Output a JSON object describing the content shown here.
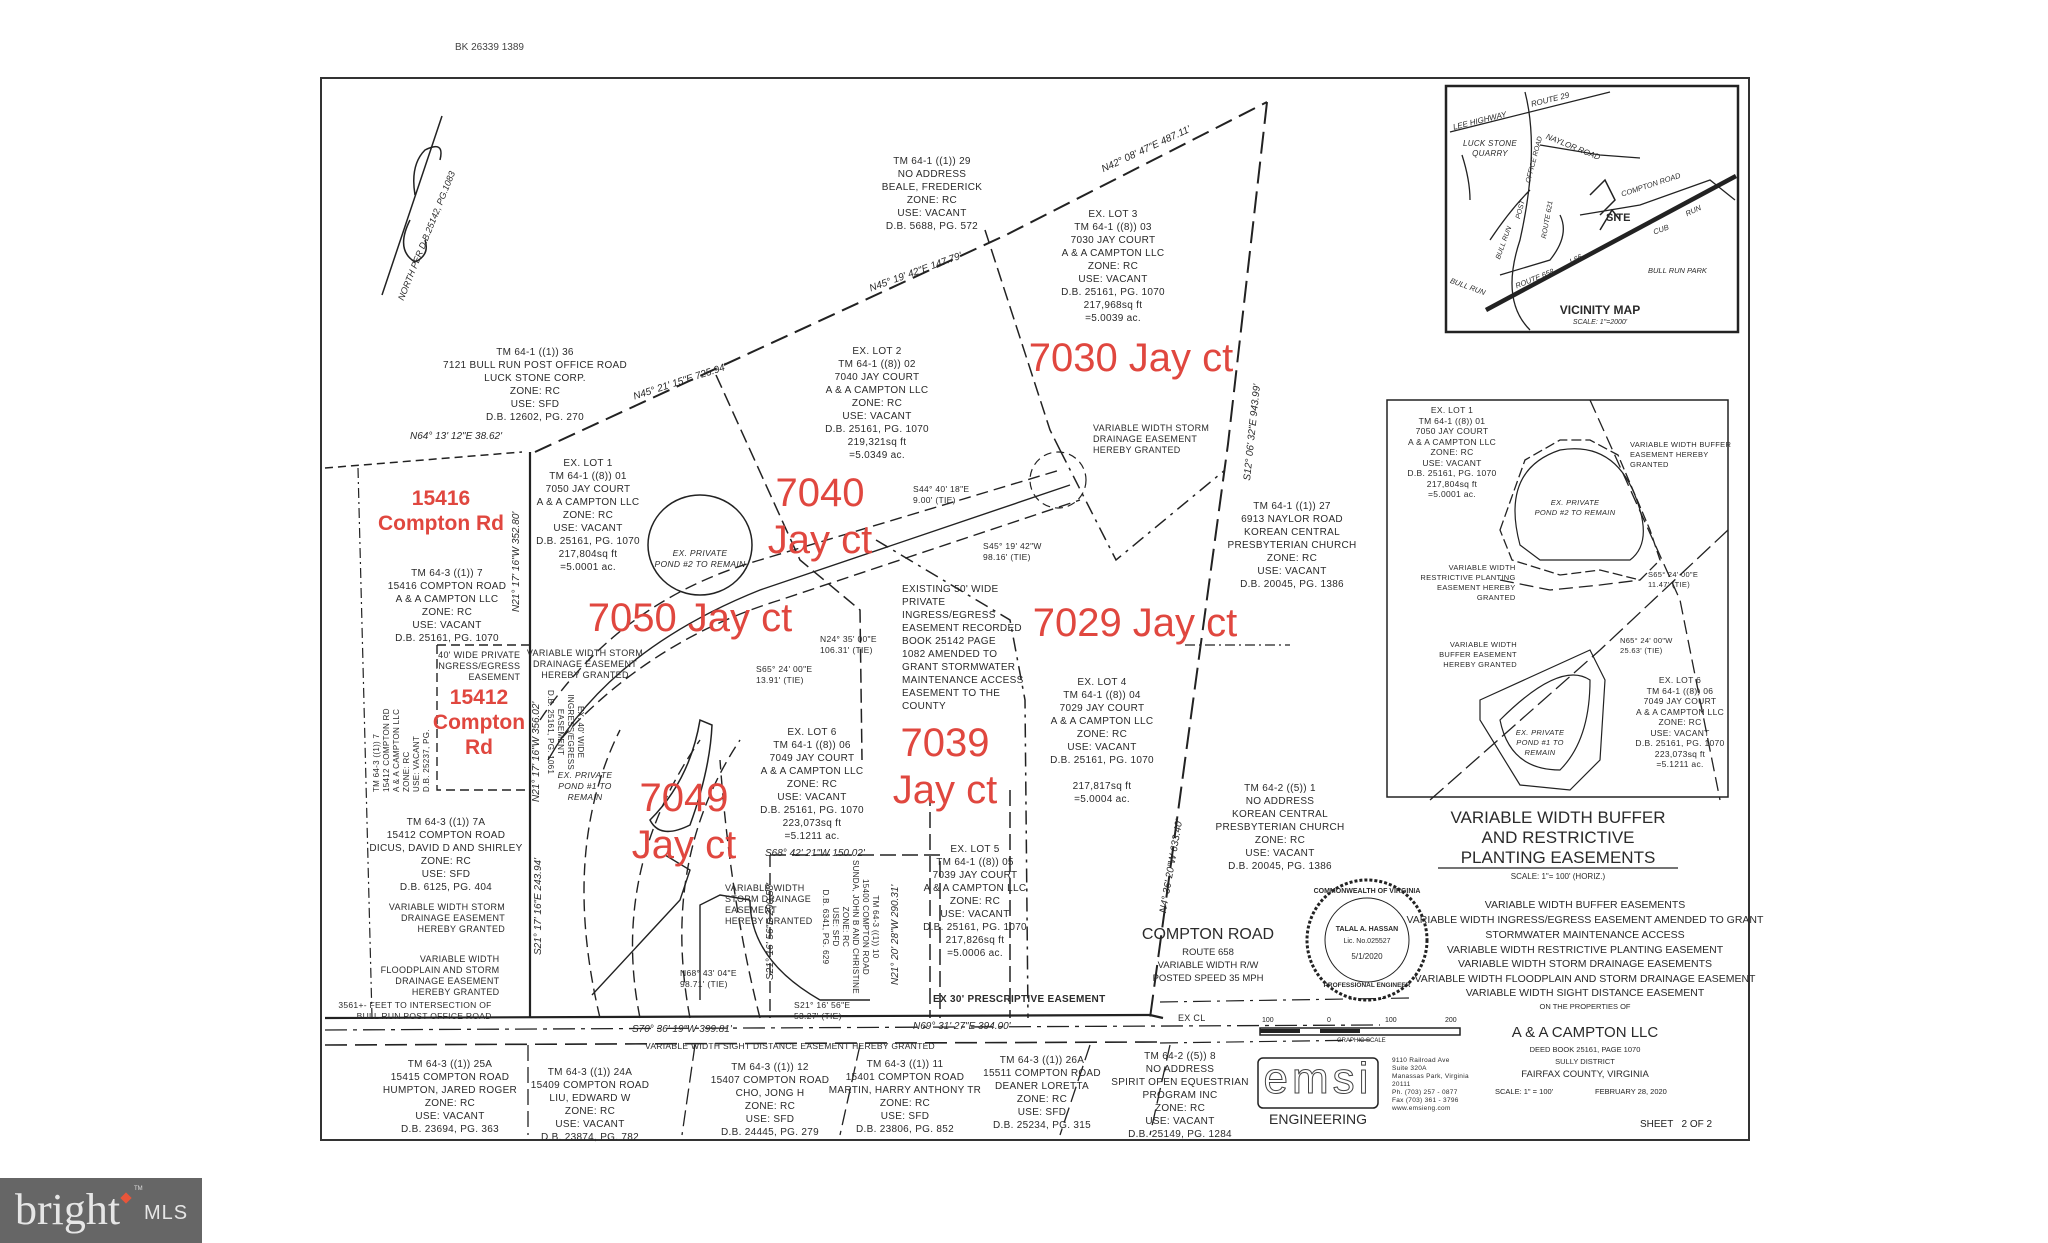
{
  "header": {
    "book_ref": "BK 26339 1389"
  },
  "north_arrow": {
    "label": "NORTH PER D.B.25142, PG.1083"
  },
  "vicinity_map": {
    "title": "VICINITY MAP",
    "scale": "SCALE: 1\"=2000'",
    "labels": [
      "ROUTE 29",
      "LEE HIGHWAY",
      "LUCK STONE QUARRY",
      "NAYLOR ROAD",
      "OFFICE ROAD",
      "POST",
      "BULL RUN",
      "ROUTE 621",
      "COMPTON ROAD",
      "SITE",
      "CUB",
      "RUN",
      "ROUTE 658",
      "I-66",
      "BULL RUN PARK",
      "BULL RUN"
    ]
  },
  "parcels": {
    "tm29": "TM 64-1 ((1)) 29\nNO ADDRESS\nBEALE, FREDERICK\nZONE: RC\nUSE: VACANT\nD.B. 5688, PG. 572",
    "lot3": "EX. LOT 3\nTM 64-1 ((8)) 03\n7030 JAY COURT\nA & A CAMPTON LLC\nZONE: RC\nUSE: VACANT\nD.B. 25161, PG. 1070\n217,968sq ft\n=5.0039 ac.",
    "tm36": "TM 64-1 ((1)) 36\n7121 BULL RUN POST OFFICE ROAD\nLUCK STONE CORP.\nZONE: RC\nUSE: SFD\nD.B. 12602, PG. 270",
    "lot2": "EX. LOT 2\nTM 64-1 ((8)) 02\n7040 JAY COURT\nA & A CAMPTON LLC\nZONE: RC\nUSE: VACANT\nD.B. 25161, PG. 1070\n219,321sq ft\n=5.0349 ac.",
    "lot1": "EX. LOT 1\nTM 64-1 ((8)) 01\n7050 JAY COURT\nA & A CAMPTON LLC\nZONE: RC\nUSE: VACANT\nD.B. 25161, PG. 1070\n217,804sq ft\n=5.0001 ac.",
    "tm7": "TM 64-3 ((1)) 7\n15416 COMPTON ROAD\nA & A CAMPTON LLC\nZONE: RC\nUSE: VACANT\nD.B. 25161, PG. 1070",
    "tm27": "TM 64-1 ((1)) 27\n6913 NAYLOR ROAD\nKOREAN CENTRAL\nPRESBYTERIAN CHURCH\nZONE: RC\nUSE: VACANT\nD.B. 20045, PG. 1386",
    "lot4": "EX. LOT 4\nTM 64-1 ((8)) 04\n7029 JAY COURT\nA & A CAMPTON LLC\nZONE: RC\nUSE: VACANT\nD.B. 25161, PG. 1070\n\n217,817sq ft\n=5.0004 ac.",
    "lot6": "EX. LOT 6\nTM 64-1 ((8)) 06\n7049 JAY COURT\nA & A CAMPTON LLC\nZONE: RC\nUSE: VACANT\nD.B. 25161, PG. 1070\n223,073sq ft\n=5.1211 ac.",
    "tm5_1": "TM 64-2 ((5)) 1\nNO ADDRESS\nKOREAN CENTRAL\nPRESBYTERIAN CHURCH\nZONE: RC\nUSE: VACANT\nD.B. 20045, PG. 1386",
    "tm7a": "TM 64-3 ((1)) 7A\n15412 COMPTON ROAD\nDICUS, DAVID D AND SHIRLEY\nZONE: RC\nUSE: SFD\nD.B. 6125, PG. 404",
    "lot5": "EX. LOT 5\nTM 64-1 ((8)) 05\n7039 JAY COURT\nA & A CAMPTON LLC\nZONE: RC\nUSE: VACANT\nD.B. 25161, PG. 1070\n217,826sq ft\n=5.0006 ac.",
    "tm7_small": "TM 64-3 ((1)) 7\n15412 COMPTON RD\nA & A CAMPTON LLC\nZONE: RC\nUSE: VACANT\nD.B. 25237, PG.",
    "tm10": "TM 64-3 ((1)) 10\n15400 COMPTON ROAD\nSUNDA, JOHN B AND CHRISTINE\nZONE: RC\nUSE: SFD\nD.B. 6341, PG. 629",
    "tm25a": "TM 64-3 ((1)) 25A\n15415 COMPTON ROAD\nHUMPTON, JARED ROGER\nZONE: RC\nUSE: VACANT\nD.B. 23694, PG. 363",
    "tm24a": "TM 64-3 ((1)) 24A\n15409 COMPTON ROAD\nLIU, EDWARD W\nZONE: RC\nUSE: VACANT\nD.B. 23874, PG. 782",
    "tm12": "TM 64-3 ((1)) 12\n15407 COMPTON ROAD\nCHO, JONG H\nZONE: RC\nUSE: SFD\nD.B. 24445, PG. 279",
    "tm11": "TM 64-3 ((1)) 11\n15401 COMPTON ROAD\nMARTIN, HARRY ANTHONY TR\nZONE: RC\nUSE: SFD\nD.B. 23806, PG. 852",
    "tm26a": "TM 64-3 ((1)) 26A\n15511 COMPTON ROAD\nDEANER LORETTA\nZONE: RC\nUSE: SFD\nD.B. 25234, PG. 315",
    "tm5_8": "TM 64-2 ((5)) 8\nNO ADDRESS\nSPIRIT OPEN EQUESTRIAN\nPROGRAM INC\nZONE: RC\nUSE: VACANT\nD.B. 25149, PG. 1284"
  },
  "address_labels": {
    "a7030": "7030 Jay ct",
    "a7040": "7040\nJay ct",
    "a15416": "15416\nCompton Rd",
    "a7050": "7050 Jay ct",
    "a7029": "7029 Jay ct",
    "a15412": "15412\nCompton\nRd",
    "a7039": "7039\nJay ct",
    "a7049": "7049\nJay ct",
    "color": "#e0473f"
  },
  "notes": {
    "existing_easement": "EXISTING 50' WIDE\nPRIVATE\nINGRESS/EGRESS\nEASEMENT RECORDED\nBOOK 25142 PAGE\n1082 AMENDED TO\nGRANT STORMWATER\nMAINTENANCE ACCESS\nEASEMENT TO THE\nCOUNTY",
    "storm_top": "VARIABLE WIDTH STORM\nDRAINAGE EASEMENT\nHEREBY GRANTED",
    "storm_left": "VARIABLE WIDTH STORM\nDRAINAGE EASEMENT\nHEREBY GRANTED",
    "private_40": "40' WIDE PRIVATE\nINGRESS/EGRESS\nEASEMENT",
    "storm_lower_left": "VARIABLE WIDTH STORM\nDRAINAGE EASEMENT\nHEREBY GRANTED",
    "floodplain": "VARIABLE WIDTH\nFLOODPLAIN AND STORM\nDRAINAGE EASEMENT\nHEREBY GRANTED",
    "storm_mid": "VARIABLE WIDTH\nSTORM DRAINAGE\nEASEMENT\nHEREBY GRANTED",
    "feet_to_intersection": "3561+- FEET TO INTERSECTION OF\nBULL RUN POST OFFICE ROAD",
    "sight_distance": "VARIABLE WIDTH SIGHT DISTANCE EASEMENT HEREBY GRANTED",
    "prescriptive": "EX 30' PRESCRIPTIVE EASEMENT",
    "ex_cl": "EX CL",
    "pond2": "EX. PRIVATE\nPOND #2 TO REMAIN",
    "pond1": "EX. PRIVATE\nPOND #1 TO\nREMAIN",
    "ex_40_wide": "EX. 40' WIDE\nINGRESS/EGRESS\nEASEMENT\nD.B. 25161, PG. 1061",
    "tie_1": "S44° 40' 18\"E\n9.00' (TIE)",
    "tie_2": "S45° 19' 42\"W\n98.16' (TIE)",
    "tie_3": "N24° 35' 00\"E\n106.31' (TIE)",
    "tie_4": "S65° 24' 00\"E\n13.91' (TIE)",
    "tie_5": "N68° 43' 04\"E\n98.71' (TIE)",
    "tie_6": "S21° 16' 56\"E\n53.27' (TIE)"
  },
  "bearings": {
    "b1": "N64° 13' 12\"E 38.62'",
    "b2": "N45° 21' 15\"E 725.94'",
    "b3": "N45° 19' 42\"E 147.79'",
    "b4": "N42° 08' 47\"E 487.11'",
    "b5": "S12° 06' 32\"E 943.99'",
    "b6": "N4° 36' 20\"W 633.40'",
    "b7": "N21° 17' 16\"W 352.80'",
    "b8": "N21° 17' 16\"W 356.02'",
    "b9": "S21° 17' 16\"E 243.94'",
    "b10": "S70° 36' 19\"W 399.81'",
    "b11": "N69° 31' 27\"E 394.00'",
    "b12": "S68° 42' 21\"W 150.02'",
    "b13": "S21° 16' 56\"E 290.58'",
    "b14": "N21° 20' 28\"W 290.31'"
  },
  "road": {
    "name": "COMPTON ROAD",
    "route": "ROUTE 658",
    "width": "VARIABLE WIDTH R/W",
    "speed": "POSTED SPEED 35 MPH"
  },
  "inset": {
    "lot1": "EX. LOT 1\nTM 64-1 ((8)) 01\n7050 JAY COURT\nA & A CAMPTON LLC\nZONE: RC\nUSE: VACANT\nD.B. 25161, PG. 1070\n217,804sq ft\n=5.0001 ac.",
    "lot6": "EX. LOT 6\nTM 64-1 ((8)) 06\n7049 JAY COURT\nA & A CAMPTON LLC\nZONE: RC\nUSE: VACANT\nD.B. 25161, PG. 1070\n223,073sq ft\n=5.1211 ac.",
    "buffer_top": "VARIABLE WIDTH BUFFER\nEASEMENT HEREBY\nGRANTED",
    "restrictive": "VARIABLE WIDTH\nRESTRICTIVE PLANTING\nEASEMENT HEREBY\nGRANTED",
    "buffer_mid": "VARIABLE WIDTH\nBUFFER EASEMENT\nHEREBY GRANTED",
    "pond2": "EX. PRIVATE\nPOND #2 TO REMAIN",
    "pond1": "EX. PRIVATE\nPOND #1 TO\nREMAIN",
    "tie_a": "S65° 24' 00\"E\n11.47' (TIE)",
    "tie_b": "N65° 24' 00\"W\n25.63' (TIE)",
    "title": "VARIABLE WIDTH BUFFER\nAND RESTRICTIVE\nPLANTING EASEMENTS",
    "scale": "SCALE: 1\"= 100' (HORIZ.)"
  },
  "title_block": {
    "lines": [
      "VARIABLE WIDTH BUFFER EASEMENTS",
      "VARIABLE WIDTH INGRESS/EGRESS EASEMENT AMENDED TO GRANT",
      "STORMWATER MAINTENANCE ACCESS",
      "VARIABLE WIDTH RESTRICTIVE PLANTING EASEMENT",
      "VARIABLE WIDTH STORM DRAINAGE EASEMENTS",
      "VARIABLE WIDTH FLOODPLAIN AND STORM DRAINAGE EASEMENT",
      "VARIABLE WIDTH SIGHT DISTANCE EASEMENT"
    ],
    "on_properties": "ON THE PROPERTIES OF",
    "owner": "A & A CAMPTON LLC",
    "deed": "DEED BOOK 25161, PAGE 1070",
    "district": "SULLY DISTRICT",
    "county": "FAIRFAX COUNTY, VIRGINIA",
    "scale": "SCALE: 1\" = 100'",
    "date": "FEBRUARY 28, 2020",
    "sheet": "SHEET   2 OF 2"
  },
  "seal": {
    "ring": "COMMONWEALTH OF VIRGINIA",
    "ring_bottom": "PROFESSIONAL ENGINEER",
    "name": "TALAL A. HASSAN",
    "lic": "Lic. No.025527",
    "date": "5/1/2020"
  },
  "graphic_scale": {
    "ticks": [
      "100",
      "0",
      "100",
      "200"
    ],
    "label": "GRAPHIC SCALE"
  },
  "firm": {
    "logo": "emsi",
    "name": "ENGINEERING",
    "address": "9110 Railroad Ave\nSuite 320A\nManassas Park, Virginia\n20111\nPh. (703) 257 - 0877\nFax (703) 361 - 3796\nwww.emsieng.com"
  },
  "watermark": {
    "brand": "bright",
    "suffix": "MLS",
    "tm": "TM",
    "bg": "#666666",
    "accent": "#e8553a"
  }
}
